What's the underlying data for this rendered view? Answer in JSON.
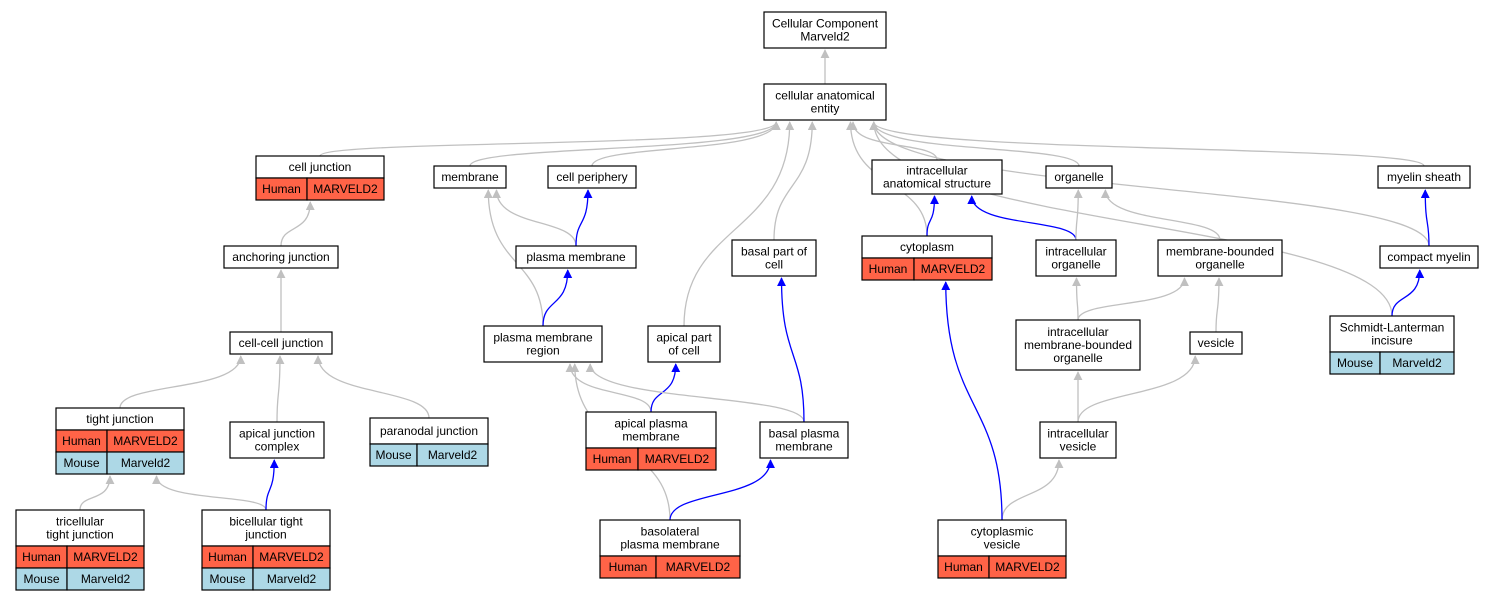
{
  "colors": {
    "human": "#ff6347",
    "mouse": "#add8e6",
    "is_a_edge": "#c0c0c0",
    "part_of_edge": "#0000ff"
  },
  "nodes": {
    "root": {
      "lines": [
        "Cellular Component",
        "Marveld2"
      ],
      "rows": []
    },
    "cae": {
      "lines": [
        "cellular anatomical",
        "entity"
      ],
      "rows": []
    },
    "cell_junction": {
      "lines": [
        "cell junction"
      ],
      "rows": [
        {
          "org": "Human",
          "gene": "MARVELD2"
        }
      ]
    },
    "membrane": {
      "lines": [
        "membrane"
      ],
      "rows": []
    },
    "cell_periphery": {
      "lines": [
        "cell periphery"
      ],
      "rows": []
    },
    "ias": {
      "lines": [
        "intracellular",
        "anatomical structure"
      ],
      "rows": []
    },
    "organelle": {
      "lines": [
        "organelle"
      ],
      "rows": []
    },
    "myelin_sheath": {
      "lines": [
        "myelin sheath"
      ],
      "rows": []
    },
    "anchoring_junction": {
      "lines": [
        "anchoring junction"
      ],
      "rows": []
    },
    "plasma_membrane": {
      "lines": [
        "plasma membrane"
      ],
      "rows": []
    },
    "basal_part": {
      "lines": [
        "basal part of",
        "cell"
      ],
      "rows": []
    },
    "cytoplasm": {
      "lines": [
        "cytoplasm"
      ],
      "rows": [
        {
          "org": "Human",
          "gene": "MARVELD2"
        }
      ]
    },
    "intracellular_organelle": {
      "lines": [
        "intracellular",
        "organelle"
      ],
      "rows": []
    },
    "mb_organelle": {
      "lines": [
        "membrane-bounded",
        "organelle"
      ],
      "rows": []
    },
    "compact_myelin": {
      "lines": [
        "compact myelin"
      ],
      "rows": []
    },
    "cell_cell_junction": {
      "lines": [
        "cell-cell junction"
      ],
      "rows": []
    },
    "pm_region": {
      "lines": [
        "plasma membrane",
        "region"
      ],
      "rows": []
    },
    "apical_part": {
      "lines": [
        "apical part",
        "of cell"
      ],
      "rows": []
    },
    "imbo": {
      "lines": [
        "intracellular",
        "membrane-bounded",
        "organelle"
      ],
      "rows": []
    },
    "vesicle": {
      "lines": [
        "vesicle"
      ],
      "rows": []
    },
    "schmidt": {
      "lines": [
        "Schmidt-Lanterman",
        "incisure"
      ],
      "rows": [
        {
          "org": "Mouse",
          "gene": "Marveld2"
        }
      ]
    },
    "tight_junction": {
      "lines": [
        "tight junction"
      ],
      "rows": [
        {
          "org": "Human",
          "gene": "MARVELD2"
        },
        {
          "org": "Mouse",
          "gene": "Marveld2"
        }
      ]
    },
    "apical_junction": {
      "lines": [
        "apical junction",
        "complex"
      ],
      "rows": []
    },
    "paranodal": {
      "lines": [
        "paranodal junction"
      ],
      "rows": [
        {
          "org": "Mouse",
          "gene": "Marveld2"
        }
      ]
    },
    "apical_pm": {
      "lines": [
        "apical plasma",
        "membrane"
      ],
      "rows": [
        {
          "org": "Human",
          "gene": "MARVELD2"
        }
      ]
    },
    "basal_pm": {
      "lines": [
        "basal plasma",
        "membrane"
      ],
      "rows": []
    },
    "ic_vesicle": {
      "lines": [
        "intracellular",
        "vesicle"
      ],
      "rows": []
    },
    "tricellular": {
      "lines": [
        "tricellular",
        "tight junction"
      ],
      "rows": [
        {
          "org": "Human",
          "gene": "MARVELD2"
        },
        {
          "org": "Mouse",
          "gene": "Marveld2"
        }
      ]
    },
    "bicellular": {
      "lines": [
        "bicellular tight",
        "junction"
      ],
      "rows": [
        {
          "org": "Human",
          "gene": "MARVELD2"
        },
        {
          "org": "Mouse",
          "gene": "Marveld2"
        }
      ]
    },
    "basolateral_pm": {
      "lines": [
        "basolateral",
        "plasma membrane"
      ],
      "rows": [
        {
          "org": "Human",
          "gene": "MARVELD2"
        }
      ]
    },
    "cytoplasmic_vesicle": {
      "lines": [
        "cytoplasmic",
        "vesicle"
      ],
      "rows": [
        {
          "org": "Human",
          "gene": "MARVELD2"
        }
      ]
    }
  },
  "edges": [
    {
      "from": "cae",
      "to": "root",
      "type": "is_a"
    },
    {
      "from": "cell_junction",
      "to": "cae",
      "type": "is_a"
    },
    {
      "from": "membrane",
      "to": "cae",
      "type": "is_a"
    },
    {
      "from": "cell_periphery",
      "to": "cae",
      "type": "is_a"
    },
    {
      "from": "ias",
      "to": "cae",
      "type": "is_a"
    },
    {
      "from": "organelle",
      "to": "cae",
      "type": "is_a"
    },
    {
      "from": "myelin_sheath",
      "to": "cae",
      "type": "is_a"
    },
    {
      "from": "compact_myelin",
      "to": "cae",
      "type": "is_a"
    },
    {
      "from": "basal_part",
      "to": "cae",
      "type": "is_a"
    },
    {
      "from": "cytoplasm",
      "to": "cae",
      "type": "is_a"
    },
    {
      "from": "apical_part",
      "to": "cae",
      "type": "is_a"
    },
    {
      "from": "schmidt",
      "to": "cae",
      "type": "is_a"
    },
    {
      "from": "anchoring_junction",
      "to": "cell_junction",
      "type": "is_a"
    },
    {
      "from": "cell_cell_junction",
      "to": "anchoring_junction",
      "type": "is_a"
    },
    {
      "from": "tight_junction",
      "to": "cell_cell_junction",
      "type": "is_a"
    },
    {
      "from": "apical_junction",
      "to": "cell_cell_junction",
      "type": "is_a"
    },
    {
      "from": "paranodal",
      "to": "cell_cell_junction",
      "type": "is_a"
    },
    {
      "from": "tricellular",
      "to": "tight_junction",
      "type": "is_a"
    },
    {
      "from": "bicellular",
      "to": "tight_junction",
      "type": "is_a"
    },
    {
      "from": "bicellular",
      "to": "apical_junction",
      "type": "part_of"
    },
    {
      "from": "plasma_membrane",
      "to": "membrane",
      "type": "is_a"
    },
    {
      "from": "plasma_membrane",
      "to": "cell_periphery",
      "type": "part_of"
    },
    {
      "from": "pm_region",
      "to": "membrane",
      "type": "is_a"
    },
    {
      "from": "pm_region",
      "to": "plasma_membrane",
      "type": "part_of"
    },
    {
      "from": "apical_pm",
      "to": "pm_region",
      "type": "is_a"
    },
    {
      "from": "apical_pm",
      "to": "apical_part",
      "type": "part_of"
    },
    {
      "from": "basal_pm",
      "to": "pm_region",
      "type": "is_a"
    },
    {
      "from": "basal_pm",
      "to": "basal_part",
      "type": "part_of"
    },
    {
      "from": "basolateral_pm",
      "to": "pm_region",
      "type": "is_a"
    },
    {
      "from": "basolateral_pm",
      "to": "basal_pm",
      "type": "part_of"
    },
    {
      "from": "cytoplasm",
      "to": "ias",
      "type": "part_of"
    },
    {
      "from": "intracellular_organelle",
      "to": "ias",
      "type": "part_of"
    },
    {
      "from": "intracellular_organelle",
      "to": "organelle",
      "type": "is_a"
    },
    {
      "from": "mb_organelle",
      "to": "organelle",
      "type": "is_a"
    },
    {
      "from": "imbo",
      "to": "intracellular_organelle",
      "type": "is_a"
    },
    {
      "from": "imbo",
      "to": "mb_organelle",
      "type": "is_a"
    },
    {
      "from": "vesicle",
      "to": "mb_organelle",
      "type": "is_a"
    },
    {
      "from": "ic_vesicle",
      "to": "imbo",
      "type": "is_a"
    },
    {
      "from": "ic_vesicle",
      "to": "vesicle",
      "type": "is_a"
    },
    {
      "from": "cytoplasmic_vesicle",
      "to": "ic_vesicle",
      "type": "is_a"
    },
    {
      "from": "cytoplasmic_vesicle",
      "to": "cytoplasm",
      "type": "part_of"
    },
    {
      "from": "compact_myelin",
      "to": "myelin_sheath",
      "type": "part_of"
    },
    {
      "from": "schmidt",
      "to": "compact_myelin",
      "type": "part_of"
    }
  ]
}
